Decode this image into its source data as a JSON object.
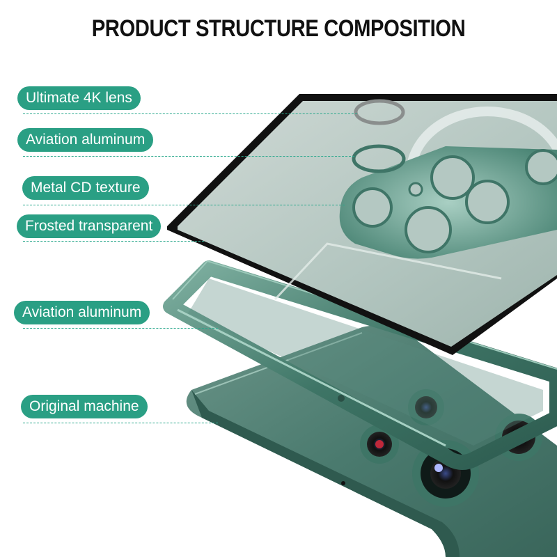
{
  "title": "PRODUCT STRUCTURE COMPOSITION",
  "colors": {
    "label_bg": "#2a9f84",
    "leader": "#2aa88c",
    "phone_green": "#4a7a6e",
    "frame_green": "#3e7566"
  },
  "labels": [
    {
      "text": "Ultimate 4K lens"
    },
    {
      "text": "Aviation aluminum"
    },
    {
      "text": "Metal CD texture"
    },
    {
      "text": "Frosted transparent"
    },
    {
      "text": "Aviation aluminum"
    },
    {
      "text": "Original machine"
    }
  ]
}
